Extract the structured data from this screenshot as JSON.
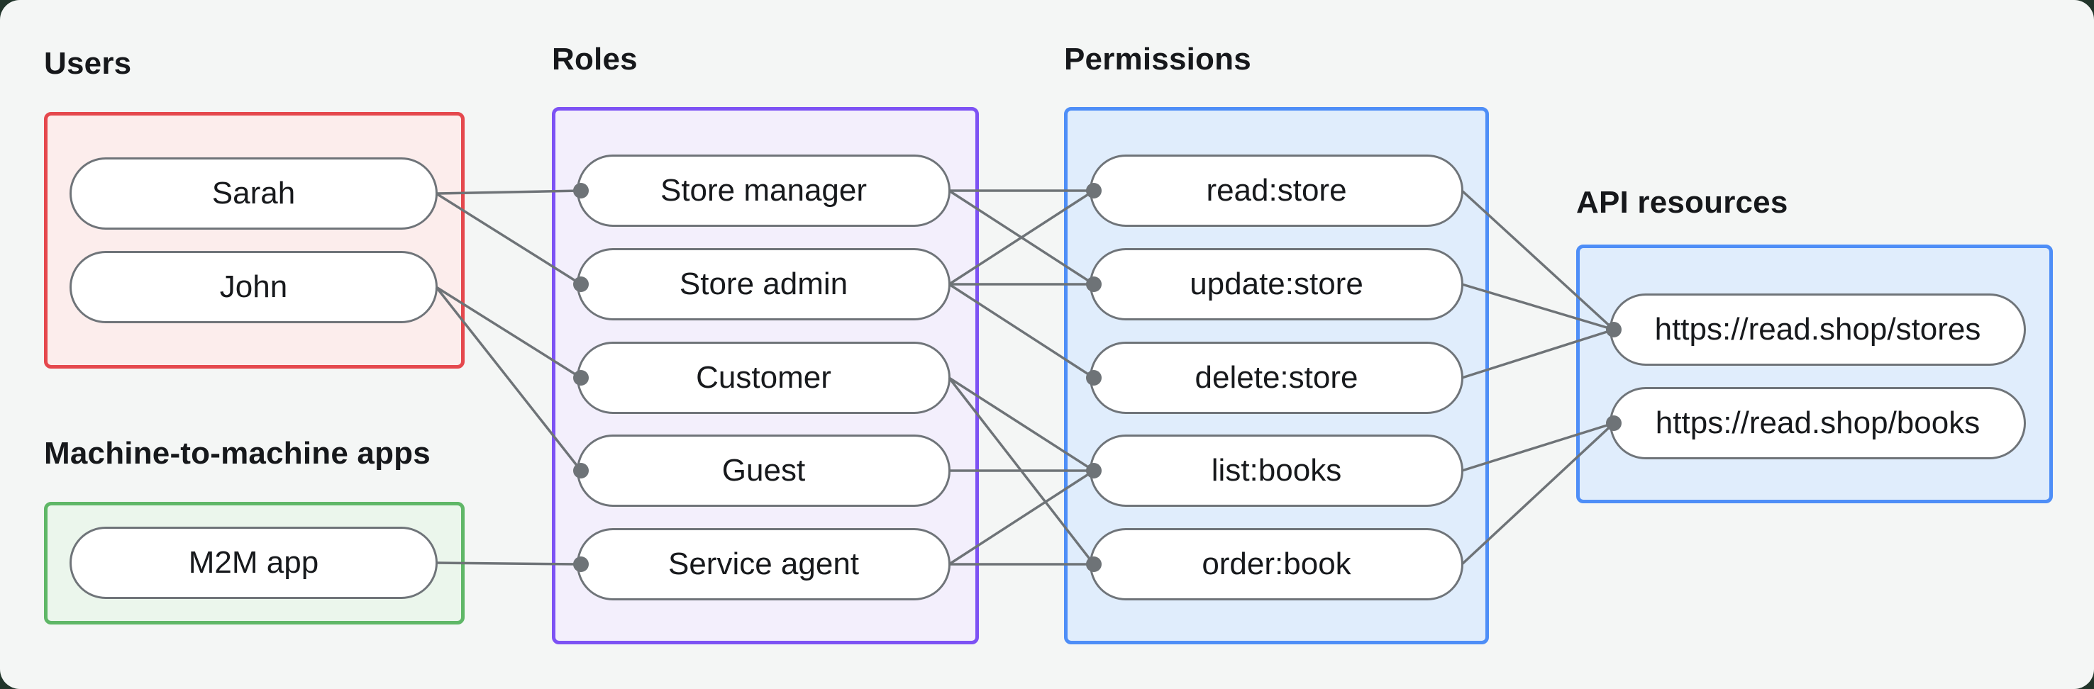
{
  "canvas": {
    "background_color": "#F4F6F5",
    "outer_background_color": "#22352B"
  },
  "groups": {
    "users": {
      "label": "Users",
      "border_color": "#E5484D",
      "fill_color": "#FCEDEC"
    },
    "m2m": {
      "label": "Machine-to-machine apps",
      "border_color": "#5FB767",
      "fill_color": "#EBF6EC"
    },
    "roles": {
      "label": "Roles",
      "border_color": "#7D52F4",
      "fill_color": "#F3EFFC"
    },
    "permissions": {
      "label": "Permissions",
      "border_color": "#4E8EF7",
      "fill_color": "#E0EDFC"
    },
    "api": {
      "label": "API resources",
      "border_color": "#4E8EF7",
      "fill_color": "#E0EDFC"
    }
  },
  "nodes": {
    "sarah": {
      "label": "Sarah"
    },
    "john": {
      "label": "John"
    },
    "m2m-app": {
      "label": "M2M app"
    },
    "store-manager": {
      "label": "Store manager"
    },
    "store-admin": {
      "label": "Store admin"
    },
    "customer": {
      "label": "Customer"
    },
    "guest": {
      "label": "Guest"
    },
    "service-agent": {
      "label": "Service agent"
    },
    "read-store": {
      "label": "read:store"
    },
    "update-store": {
      "label": "update:store"
    },
    "delete-store": {
      "label": "delete:store"
    },
    "list-books": {
      "label": "list:books"
    },
    "order-book": {
      "label": "order:book"
    },
    "stores-resource": {
      "label": "https://read.shop/stores"
    },
    "books-resource": {
      "label": "https://read.shop/books"
    }
  },
  "edges": [
    [
      "sarah",
      "store-manager"
    ],
    [
      "sarah",
      "store-admin"
    ],
    [
      "john",
      "customer"
    ],
    [
      "john",
      "guest"
    ],
    [
      "m2m-app",
      "service-agent"
    ],
    [
      "store-manager",
      "read-store"
    ],
    [
      "store-manager",
      "update-store"
    ],
    [
      "store-admin",
      "read-store"
    ],
    [
      "store-admin",
      "update-store"
    ],
    [
      "store-admin",
      "delete-store"
    ],
    [
      "customer",
      "list-books"
    ],
    [
      "customer",
      "order-book"
    ],
    [
      "guest",
      "list-books"
    ],
    [
      "service-agent",
      "list-books"
    ],
    [
      "service-agent",
      "order-book"
    ],
    [
      "read-store",
      "stores-resource"
    ],
    [
      "update-store",
      "stores-resource"
    ],
    [
      "delete-store",
      "stores-resource"
    ],
    [
      "list-books",
      "books-resource"
    ],
    [
      "order-book",
      "books-resource"
    ]
  ],
  "edge_style": {
    "line_color": "#6E7377",
    "dot_color": "#6E7377"
  }
}
